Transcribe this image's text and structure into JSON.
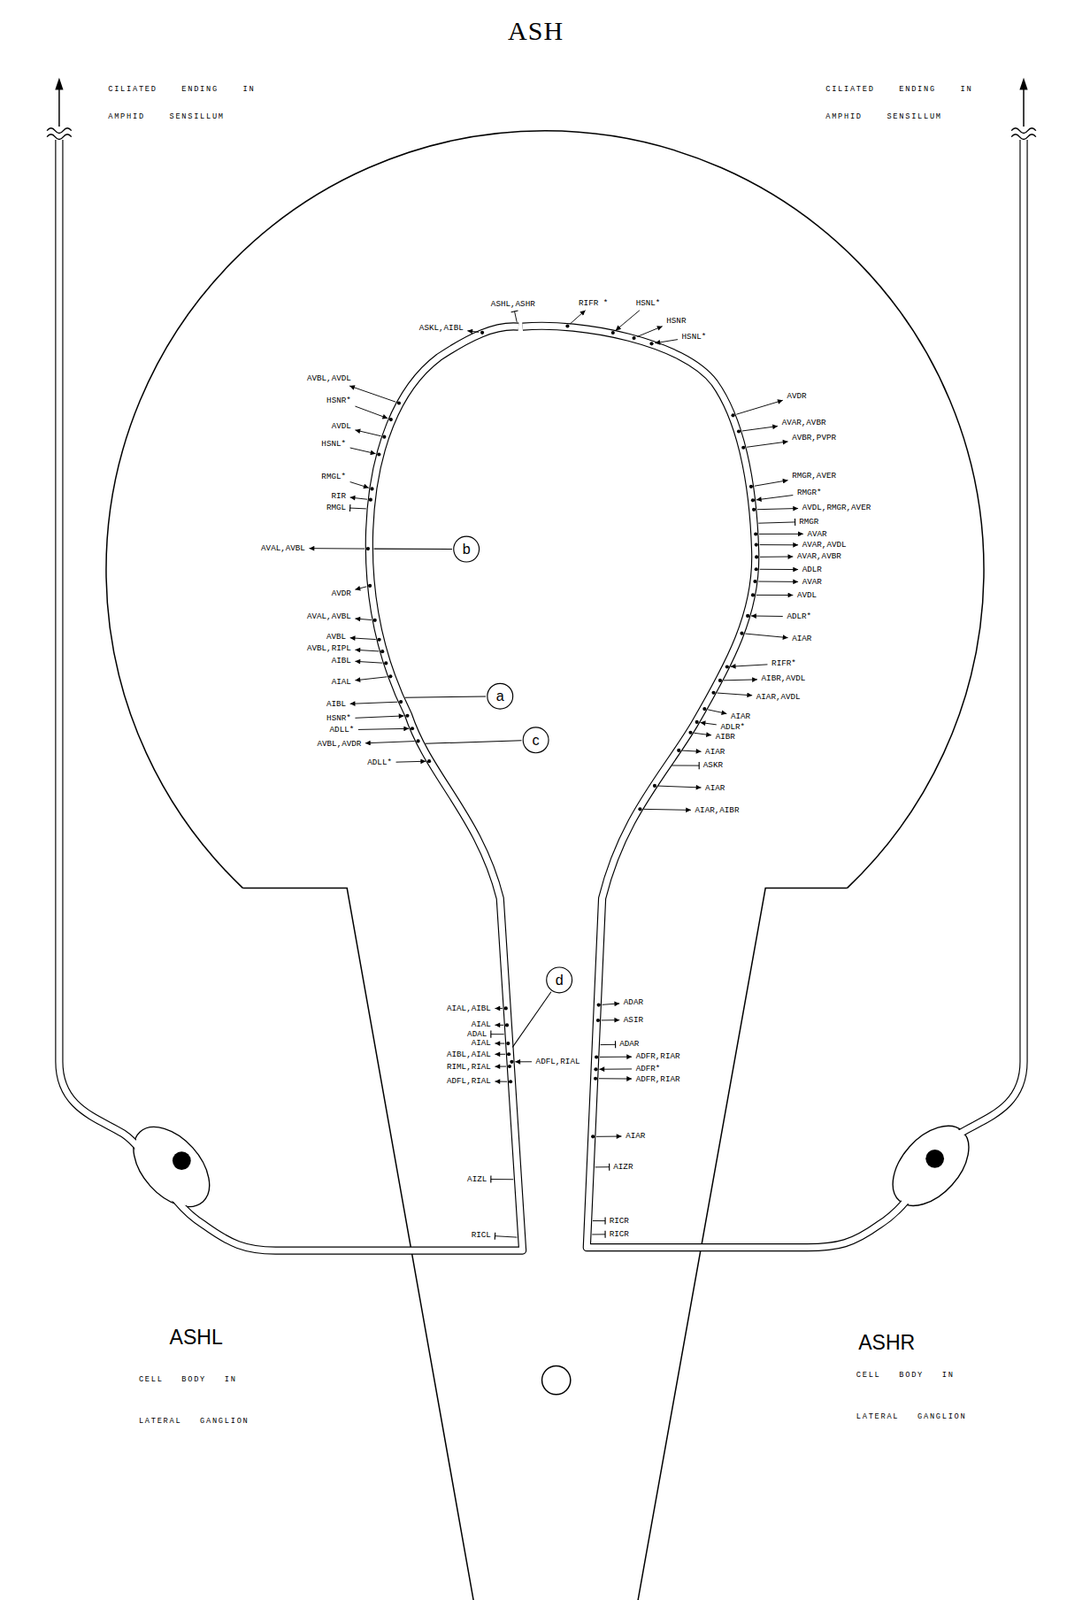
{
  "diagram": {
    "title": "ASH",
    "nodes": [
      {
        "text": [
          "b"
        ]
      },
      {
        "text": [
          "a"
        ]
      },
      {
        "text": [
          "c"
        ]
      },
      {
        "text": [
          "d"
        ]
      }
    ],
    "labels": [
      "CILIATED ENDING IN AMPHID SENSILLUM",
      "CILIATED ENDING IN AMPHID SENSILLUM",
      "ASHL,ASHR",
      "ASKL,AIBL",
      "RIFR *",
      "HSNL*",
      "HSNR",
      "HSNL*",
      "AVBL,AVDL",
      "HSNR*",
      "AVDL",
      "HSNL*",
      "RMGL*",
      "RIR",
      "RMGL",
      "AVAL,AVBL",
      "AVDR",
      "AVAL,AVBL",
      "AVBL",
      "AVBL,RIPL",
      "AIBL",
      "AIAL",
      "AIBL",
      "HSNR*",
      "ADLL*",
      "AVBL,AVDR",
      "ADLL*",
      "AVDR",
      "AVAR,AVBR",
      "AVBR,PVPR",
      "RMGR,AVER",
      "RMGR*",
      "AVDL,RMGR,AVER",
      "RMGR",
      "AVAR",
      "AVAR,AVDL",
      "AVAR,AVBR",
      "ADLR",
      "AVAR",
      "AVDL",
      "ADLR*",
      "AIAR",
      "RIFR*",
      "AIBR,AVDL",
      "AIAR,AVDL",
      "AIAR",
      "ADLR*",
      "AIBR",
      "AIAR",
      "ASKR",
      "AIAR",
      "AIAR,AIBR",
      "AIAL,AIBL",
      "AIAL",
      "ADAL",
      "AIAL",
      "AIBL,AIAL",
      "RIML,RIAL",
      "ADFL,RIAL",
      "ADFL,RIAL",
      "AIZL",
      "RICL",
      "ADAR",
      "ASIR",
      "ADAR",
      "ADFR,RIAR",
      "ADFR*",
      "ADFR,RIAR",
      "AIAR",
      "AIZR",
      "RICR",
      "RICR",
      "ASHL",
      "CELL BODY IN LATERAL GANGLION",
      "ASHR",
      "CELL BODY IN LATERAL GANGLION"
    ]
  }
}
